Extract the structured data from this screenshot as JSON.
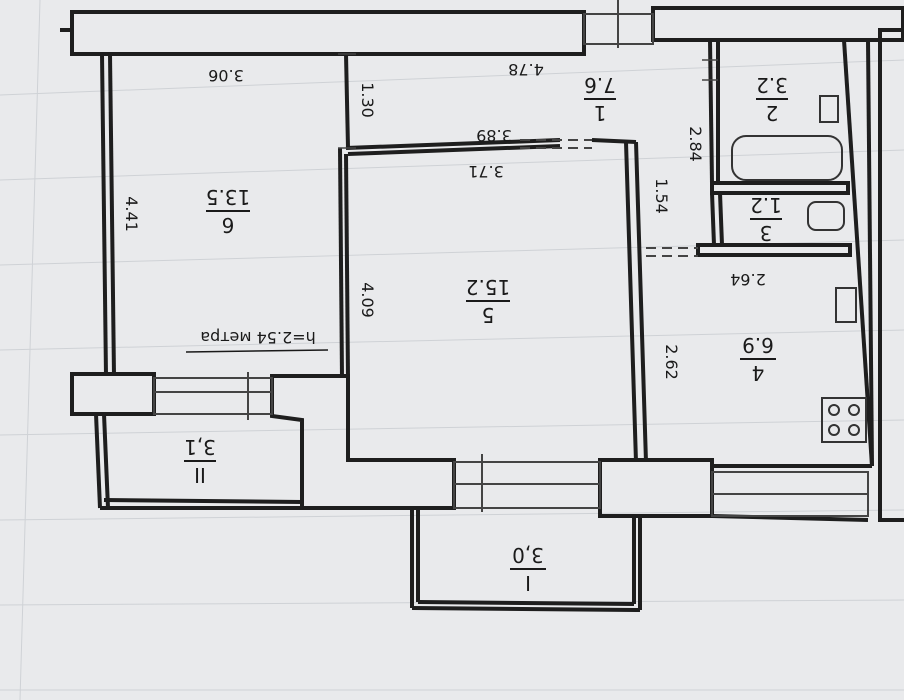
{
  "plan": {
    "height_note": "h=2.54 метра",
    "rooms": [
      {
        "number": "1",
        "area": "7.6"
      },
      {
        "number": "2",
        "area": "3.2"
      },
      {
        "number": "3",
        "area": "1.2"
      },
      {
        "number": "4",
        "area": "6.9"
      },
      {
        "number": "5",
        "area": "15.2"
      },
      {
        "number": "6",
        "area": "13.5"
      },
      {
        "number": "I",
        "area": "3,0"
      },
      {
        "number": "II",
        "area": "3,1"
      }
    ],
    "dimensions": {
      "d_306": "3.06",
      "d_478": "4.78",
      "d_130": "1.30",
      "d_389": "3.89",
      "d_371": "3.71",
      "d_441": "4.41",
      "d_409": "4.09",
      "d_154": "1.54",
      "d_284": "2.84",
      "d_264": "2.64",
      "d_262": "2.62"
    },
    "colors": {
      "wall": "#1e1e1e",
      "line": "#444444",
      "paper": "#e9eaec",
      "grid": "#cfd2d6"
    }
  }
}
